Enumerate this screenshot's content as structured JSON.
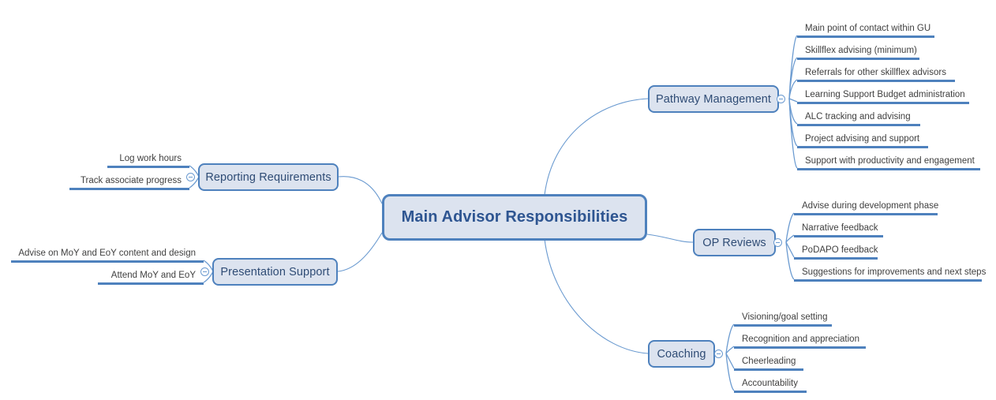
{
  "diagram": {
    "type": "mind-map",
    "title": "Main Advisor Responsibilities",
    "colors": {
      "node_fill": "#dce3ef",
      "node_border": "#4e81bd",
      "leaf_rule": "#4e81bd",
      "root_text": "#2e5591",
      "branch_text": "#2f4c75",
      "leaf_text": "#3f3f3f",
      "connector": "#6a9ad0",
      "background": "#ffffff"
    }
  },
  "root": {
    "label": "Main Advisor Responsibilities"
  },
  "branches": [
    {
      "id": "pathway-management",
      "label": "Pathway Management",
      "side": "right",
      "toggle": "collapse-minus",
      "children": [
        {
          "label": "Main point of contact within GU"
        },
        {
          "label": "Skillflex advising (minimum)"
        },
        {
          "label": "Referrals for other skillflex advisors"
        },
        {
          "label": "Learning Support Budget administration"
        },
        {
          "label": "ALC tracking and advising"
        },
        {
          "label": "Project advising and support"
        },
        {
          "label": "Support with productivity and engagement"
        }
      ]
    },
    {
      "id": "op-reviews",
      "label": "OP Reviews",
      "side": "right",
      "toggle": "collapse-minus",
      "children": [
        {
          "label": "Advise during development phase"
        },
        {
          "label": "Narrative feedback"
        },
        {
          "label": "PoDAPO feedback"
        },
        {
          "label": "Suggestions for improvements and next steps"
        }
      ]
    },
    {
      "id": "coaching",
      "label": "Coaching",
      "side": "right",
      "toggle": "collapse-minus",
      "children": [
        {
          "label": "Visioning/goal setting"
        },
        {
          "label": "Recognition and appreciation"
        },
        {
          "label": "Cheerleading"
        },
        {
          "label": "Accountability"
        }
      ]
    },
    {
      "id": "reporting-requirements",
      "label": "Reporting Requirements",
      "side": "left",
      "toggle": "collapse-minus",
      "children": [
        {
          "label": "Log work hours"
        },
        {
          "label": "Track associate progress"
        }
      ]
    },
    {
      "id": "presentation-support",
      "label": "Presentation Support",
      "side": "left",
      "toggle": "collapse-minus",
      "children": [
        {
          "label": "Advise on MoY and EoY content and design"
        },
        {
          "label": "Attend MoY and EoY"
        }
      ]
    }
  ]
}
